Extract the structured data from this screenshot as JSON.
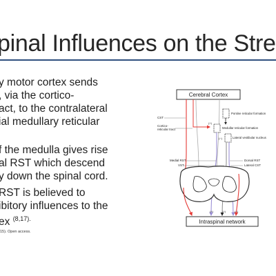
{
  "slide": {
    "title": "pinal Influences on the Stretch R",
    "bullets": [
      {
        "lines": [
          "y motor cortex sends",
          ", via the cortico-",
          "act,  to the contralateral",
          "ial medullary reticular"
        ]
      },
      {
        "lines": [
          "f the medulla gives rise",
          "al RST which descend",
          "y down the spinal cord."
        ]
      },
      {
        "lines": [
          "RST is believed to",
          "ibitory influences to the"
        ],
        "last_line": "ex",
        "refs": "(8,17)."
      }
    ],
    "citation": "15). Open access."
  },
  "figure": {
    "cerebral_cortex": "Cerebral Cortex",
    "pontine": "Pontine reticular formation",
    "medullar": "Medullar reticular formation",
    "vestibular": "Lateral vestibular nucleus",
    "cst": "CST",
    "cortico_label_1": "Cortico-",
    "cortico_label_2": "reticular tract",
    "medial_rst": "Medial RST",
    "vst": "VST",
    "dorsal_rst": "Dorsal RST",
    "lateral_cst": "Lateral CST",
    "intraspinal": "Intraspinal network",
    "plus": "(+)",
    "minus": "(−)",
    "colors": {
      "red": "#e53935",
      "violet": "#9b8fd6",
      "grey": "#8a8a8a",
      "black": "#222222"
    }
  }
}
